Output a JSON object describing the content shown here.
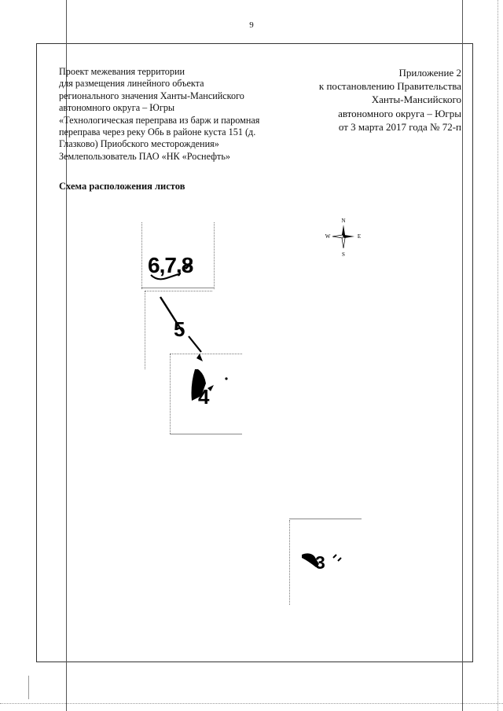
{
  "page": {
    "number": "9"
  },
  "header_left": {
    "lines": [
      "Проект межевания территории",
      "для размещения линейного объекта",
      "регионального значения Ханты-Мансийского",
      "автономного округа – Югры",
      "«Технологическая переправа из барж и паромная",
      "переправа через реку Обь в районе куста 151 (д.",
      "Глазково) Приобского месторождения»",
      "Землепользователь ПАО «НК «Роснефть»"
    ]
  },
  "header_right": {
    "lines": [
      "Приложение 2",
      "к постановлению Правительства",
      "Ханты-Мансийского",
      "автономного округа – Югры",
      "от 3 марта 2017 года № 72-п"
    ]
  },
  "section": {
    "title": "Схема расположения листов"
  },
  "compass": {
    "n": "N",
    "s": "S",
    "w": "W",
    "e": "E"
  },
  "sheets": {
    "label_678": "6,7,8",
    "label_5": "5",
    "label_4": "4",
    "label_3": "3"
  },
  "colors": {
    "ink": "#000000",
    "frame": "#333333"
  }
}
